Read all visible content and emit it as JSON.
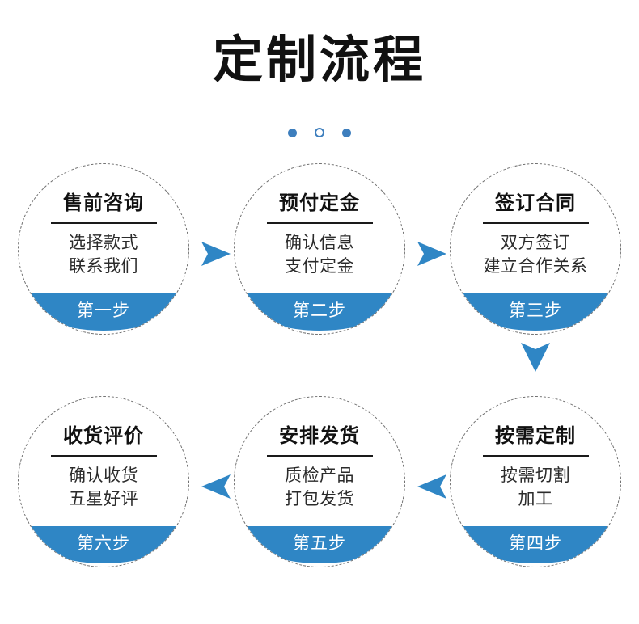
{
  "header": {
    "title": "定制流程",
    "dots": [
      "filled",
      "hollow",
      "filled"
    ]
  },
  "colors": {
    "accent_blue": "#2f86c5",
    "dot_blue": "#3d7ebd",
    "title_black": "#111111",
    "dashed_border": "#6f6f6f",
    "background": "#ffffff"
  },
  "flow": {
    "steps": [
      {
        "title": "售前咨询",
        "line1": "选择款式",
        "line2": "联系我们",
        "step_label": "第一步"
      },
      {
        "title": "预付定金",
        "line1": "确认信息",
        "line2": "支付定金",
        "step_label": "第二步"
      },
      {
        "title": "签订合同",
        "line1": "双方签订",
        "line2": "建立合作关系",
        "step_label": "第三步"
      },
      {
        "title": "收货评价",
        "line1": "确认收货",
        "line2": "五星好评",
        "step_label": "第六步"
      },
      {
        "title": "安排发货",
        "line1": "质检产品",
        "line2": "打包发货",
        "step_label": "第五步"
      },
      {
        "title": "按需定制",
        "line1": "按需切割",
        "line2": "加工",
        "step_label": "第四步"
      }
    ],
    "connectors": [
      {
        "name": "arrow-right-step1-step2",
        "direction": "right"
      },
      {
        "name": "arrow-right-step2-step3",
        "direction": "right"
      },
      {
        "name": "arrow-down-step3-step4",
        "direction": "down"
      },
      {
        "name": "arrow-left-step4-step5",
        "direction": "left"
      },
      {
        "name": "arrow-left-step5-step6",
        "direction": "left"
      }
    ]
  }
}
